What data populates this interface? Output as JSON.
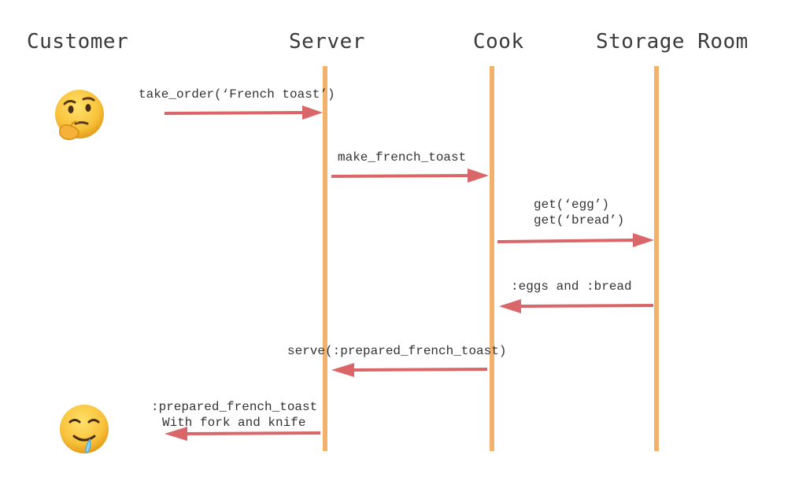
{
  "actors": [
    {
      "id": "customer",
      "label": "Customer"
    },
    {
      "id": "server",
      "label": "Server"
    },
    {
      "id": "cook",
      "label": "Cook"
    },
    {
      "id": "storage",
      "label": "Storage Room"
    }
  ],
  "messages": [
    {
      "id": "take-order",
      "from": "customer",
      "to": "server",
      "lines": [
        "take_order(‘French toast’)"
      ]
    },
    {
      "id": "make-french-toast",
      "from": "server",
      "to": "cook",
      "lines": [
        "make_french_toast"
      ]
    },
    {
      "id": "get-ingredients",
      "from": "cook",
      "to": "storage",
      "lines": [
        "get(‘egg’)",
        "get(‘bread’)"
      ]
    },
    {
      "id": "return-ingredients",
      "from": "storage",
      "to": "cook",
      "lines": [
        ":eggs and :bread"
      ]
    },
    {
      "id": "serve",
      "from": "cook",
      "to": "server",
      "lines": [
        "serve(:prepared_french_toast)"
      ]
    },
    {
      "id": "deliver",
      "from": "server",
      "to": "customer",
      "lines": [
        ":prepared_french_toast",
        "With fork and knife"
      ]
    }
  ],
  "icons": {
    "thinking": "thinking-face-icon",
    "drooling": "drooling-face-icon"
  },
  "colors": {
    "lifeline": "#f2b26b",
    "arrow": "#d9676a",
    "text": "#333333",
    "face": "#f8c23a"
  }
}
